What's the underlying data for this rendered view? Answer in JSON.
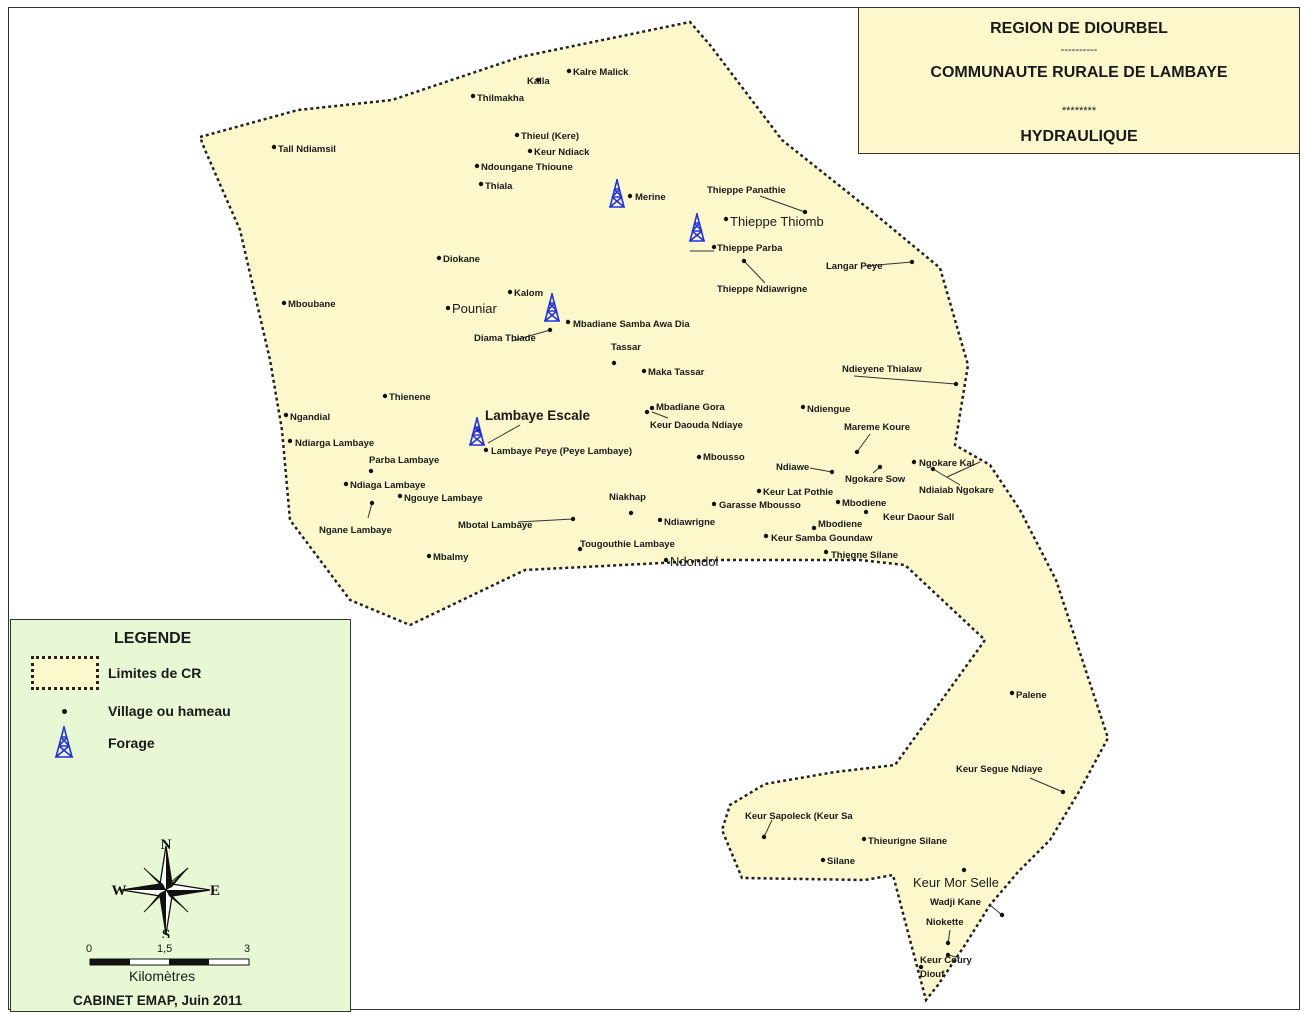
{
  "title_box": {
    "line1": "REGION DE DIOURBEL",
    "sep1": "----------",
    "line2": "COMMUNAUTE RURALE DE LAMBAYE",
    "sep2": "********",
    "line3": "HYDRAULIQUE"
  },
  "legend": {
    "title": "LEGENDE",
    "items": [
      "Limites de CR",
      "Village ou hameau",
      "Forage"
    ],
    "scale": {
      "ticks": [
        "0",
        "1,5",
        "3"
      ],
      "unit": "Kilomètres"
    },
    "compass": {
      "n": "N",
      "s": "S",
      "e": "E",
      "w": "W"
    },
    "credit": "CABINET EMAP, Juin 2011"
  },
  "colors": {
    "cr_fill": "#fcf8cc",
    "legend_bg": "#e9f8d4",
    "forage": "#2233dd",
    "boundary": "#222222"
  },
  "icons": {
    "forage": "drilling-rig-icon",
    "village": "dot-icon"
  },
  "villages": [
    "Kalre Malick",
    "Kalla",
    "Thilmakha",
    "Thieul (Kere)",
    "Keur Ndiack",
    "Tall Ndiamsil",
    "Ndoungane Thioune",
    "Thiala",
    "Merine",
    "Thieppe Panathie",
    "Thieppe Thiomb",
    "Thieppe Parba",
    "Langar Peye",
    "Thieppe Ndiawrigne",
    "Diokane",
    "Kalom",
    "Mboubane",
    "Pouniar",
    "Mbadiane Samba Awa Dia",
    "Diama Thiade",
    "Tassar",
    "Maka Tassar",
    "Ndieyene Thialaw",
    "Thienene",
    "Ngandial",
    "Mbadiane Gora",
    "Keur Daouda Ndiaye",
    "Ndiengue",
    "Lambaye Escale",
    "Ndiarga Lambaye",
    "Mareme Koure",
    "Lambaye Peye (Peye Lambaye)",
    "Mboussо",
    "Parba Lambaye",
    "Ndiawe",
    "Ngokare Kal",
    "Ngokare Sow",
    "Ndiaiab Ngokare",
    "Ndiaga Lambaye",
    "Keur Lat Pothie",
    "Ngouye Lambaye",
    "Niakhap",
    "Garasse Mbousso",
    "Mbodiene",
    "Keur Daour Sall",
    "Mbotal Lambaye",
    "Ndiawrigne",
    "Mbodiene",
    "Ngane Lambaye",
    "Keur Samba Goundaw",
    "Tougouthie Lambaye",
    "Thiegne Silane",
    "Mbalmy",
    "Ndondol",
    "Palene",
    "Keur Segue Ndiaye",
    "Keur Sapoleck (Keur Sa",
    "Thieurigne Silane",
    "Silane",
    "Keur Mor Selle",
    "Wadji Kane",
    "Niokette",
    "Keur Coury",
    "Diouf"
  ]
}
